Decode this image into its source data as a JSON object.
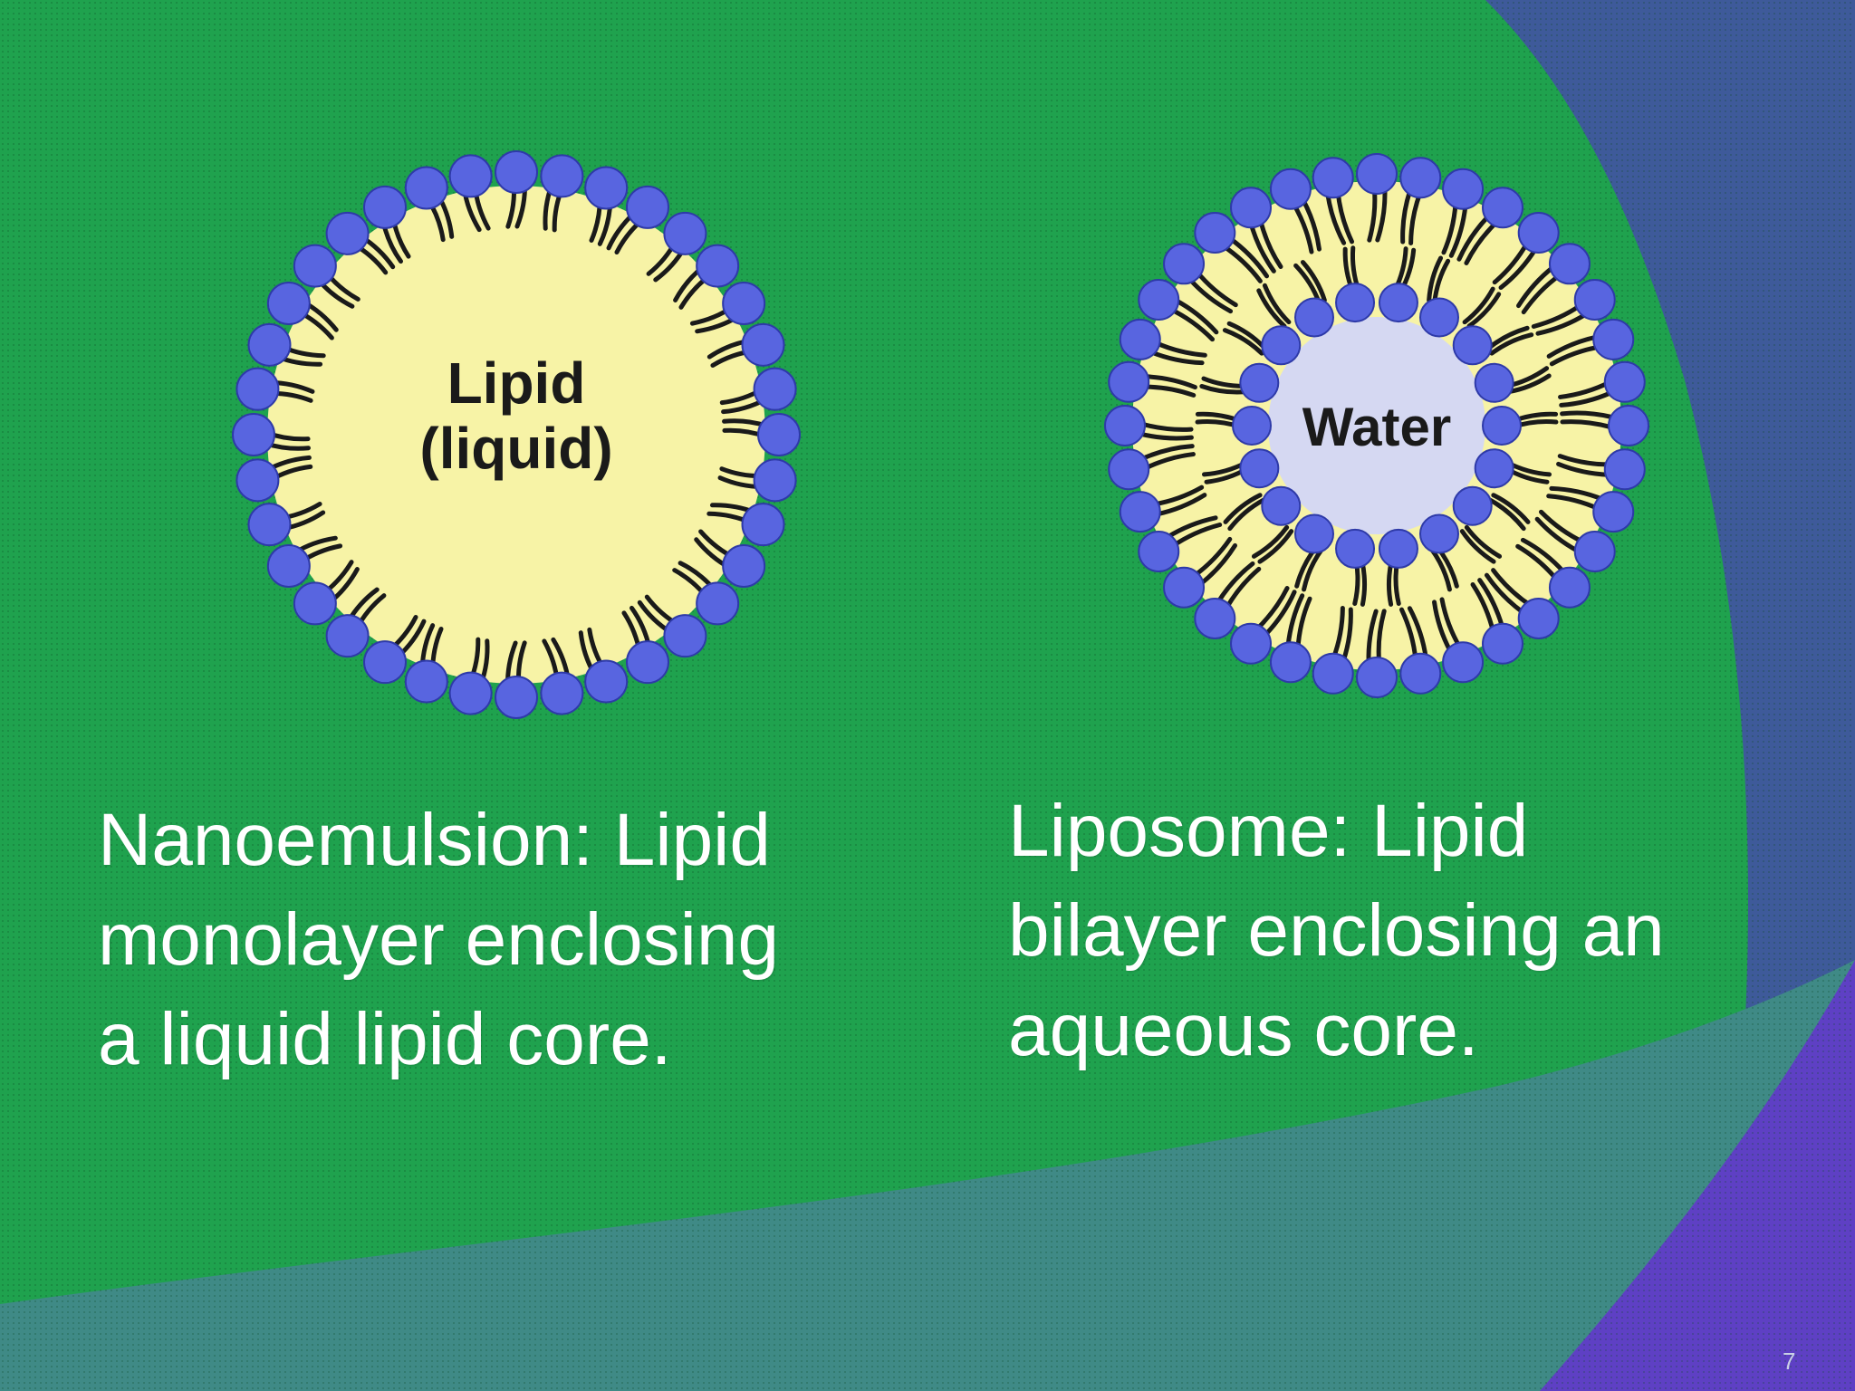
{
  "slide": {
    "page_number": "7",
    "colors": {
      "green": "#1fa24e",
      "blue_arc": "#3e5a9a",
      "teal_band": "#3f8a86",
      "purple": "#5e40c4",
      "head_blue": "#5865e0",
      "core_yellow": "#f7f3a6",
      "core_water": "#d5d8f2",
      "text": "#ffffff"
    }
  },
  "nanoemulsion": {
    "core_label_line1": "Lipid",
    "core_label_line2": "(liquid)",
    "caption": [
      "Nanoemulsion: Lipid",
      "monolayer enclosing",
      "a liquid lipid core."
    ]
  },
  "liposome": {
    "core_label": "Water",
    "caption": [
      "Liposome: Lipid",
      "bilayer enclosing an",
      "aqueous core."
    ]
  }
}
